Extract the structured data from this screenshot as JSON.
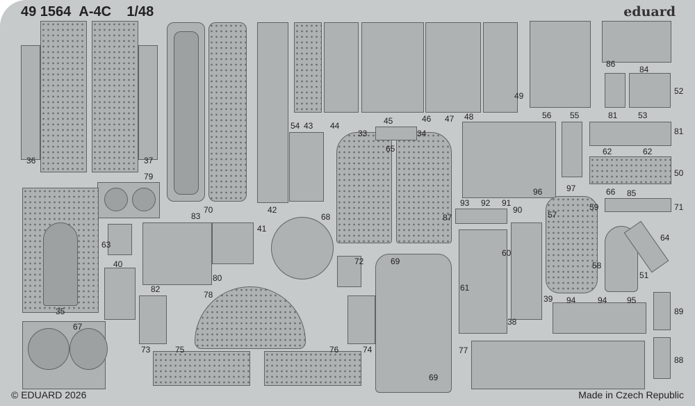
{
  "header": {
    "part_no": "49 1564",
    "model": "A-4C",
    "scale": "1/48"
  },
  "brand": "eduard",
  "footer": {
    "copyright": "© EDUARD 2026",
    "origin": "Made in Czech Republic"
  },
  "labels": [
    "36",
    "37",
    "79",
    "70",
    "83",
    "42",
    "54",
    "43",
    "44",
    "45",
    "33",
    "65",
    "34",
    "46",
    "47",
    "48",
    "49",
    "56",
    "55",
    "86",
    "84",
    "52",
    "81",
    "53",
    "81",
    "62",
    "62",
    "50",
    "66",
    "85",
    "71",
    "59",
    "97",
    "96",
    "93",
    "92",
    "91",
    "90",
    "57",
    "87",
    "60",
    "58",
    "64",
    "51",
    "63",
    "40",
    "82",
    "80",
    "41",
    "68",
    "72",
    "69",
    "35",
    "67",
    "78",
    "73",
    "75",
    "76",
    "74",
    "77",
    "61",
    "38",
    "39",
    "94",
    "94",
    "95",
    "89",
    "88",
    "69"
  ]
}
